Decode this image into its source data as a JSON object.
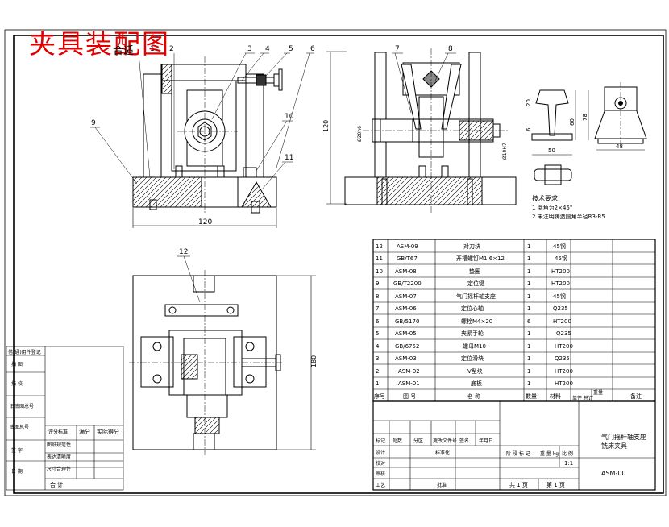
{
  "drawing_title": "夹具装配图",
  "title_overlay_text": "合适",
  "balloons": [
    "1",
    "2",
    "3",
    "4",
    "5",
    "6",
    "7",
    "8",
    "9",
    "10",
    "11",
    "12"
  ],
  "dimensions": {
    "front_width": "120",
    "side_height": "120",
    "side_dia_a": "Ø20h6",
    "side_dia_b": "Ø10H7",
    "top_height": "180",
    "detail_20": "20",
    "detail_6": "6",
    "detail_60": "60",
    "detail_78": "78",
    "detail_50": "50",
    "detail_48": "48"
  },
  "tech_req": {
    "heading": "技术要求:",
    "line1": "1  倒角为2×45°",
    "line2": "2  未注明铸造圆角半径R3-R5"
  },
  "bom": {
    "rows": [
      {
        "no": "12",
        "code": "ASM-09",
        "name": "对刀块",
        "qty": "1",
        "mat": "45钢"
      },
      {
        "no": "11",
        "code": "GB/T67",
        "name": "开槽螺钉M1.6×12",
        "qty": "1",
        "mat": "45钢"
      },
      {
        "no": "10",
        "code": "ASM-08",
        "name": "垫圈",
        "qty": "1",
        "mat": "HT200"
      },
      {
        "no": "9",
        "code": "GB/T2200",
        "name": "定位键",
        "qty": "1",
        "mat": "HT200"
      },
      {
        "no": "8",
        "code": "ASM-07",
        "name": "气门摇杆轴支座",
        "qty": "1",
        "mat": "45钢"
      },
      {
        "no": "7",
        "code": "ASM-06",
        "name": "定位心轴",
        "qty": "1",
        "mat": "Q235"
      },
      {
        "no": "6",
        "code": "GB/5170",
        "name": "螺栓M4×20",
        "qty": "6",
        "mat": "HT200"
      },
      {
        "no": "5",
        "code": "ASM-05",
        "name": "夹紧手轮",
        "qty": "1",
        "mat": "Q235"
      },
      {
        "no": "4",
        "code": "GB/6752",
        "name": "螺母M10",
        "qty": "1",
        "mat": "HT200"
      },
      {
        "no": "3",
        "code": "ASM-03",
        "name": "定位滑块",
        "qty": "1",
        "mat": "Q235"
      },
      {
        "no": "2",
        "code": "ASM-02",
        "name": "V型块",
        "qty": "1",
        "mat": "HT200"
      },
      {
        "no": "1",
        "code": "ASM-01",
        "name": "底板",
        "qty": "1",
        "mat": "HT200"
      }
    ],
    "header": {
      "no": "序号",
      "code": "图  号",
      "name": "名  称",
      "qty": "数量",
      "mat": "材料",
      "unit": "单件 总计",
      "weight": "重量",
      "remark": "备注"
    }
  },
  "title_block": {
    "part_name_l1": "气门摇杆轴支座",
    "part_name_l2": "铣床夹具",
    "drawing_no": "ASM-00",
    "scale_label": "比  例",
    "scale": "1:1",
    "sheets_total": "共 1 页",
    "sheet_no": "第 1 页",
    "stage": "阶 段 标 记",
    "weight": "重 量 kg",
    "rev_mark": "标记",
    "rev_count": "处数",
    "rev_zone": "分区",
    "rev_doc": "更改文件号",
    "rev_sign": "签名",
    "rev_date": "年月日",
    "design": "设计",
    "standard": "标准化",
    "check": "校对",
    "review": "审核",
    "process": "工艺",
    "approve": "批准"
  },
  "left_block": {
    "r1": "借(通)用件登记",
    "r2": "描  图",
    "r3": "描  校",
    "r4": "底图总号",
    "r5": "签  字",
    "r6": "日  期",
    "r7": "旧底图总号",
    "c1": "评分标准",
    "c2": "满分",
    "c3": "实际得分",
    "c4": "图纸规范性",
    "c5": "表达清晰度",
    "c6": "尺寸合理性",
    "total": "合  计"
  },
  "colors": {
    "title_red": "#e00000",
    "line": "#000000"
  }
}
